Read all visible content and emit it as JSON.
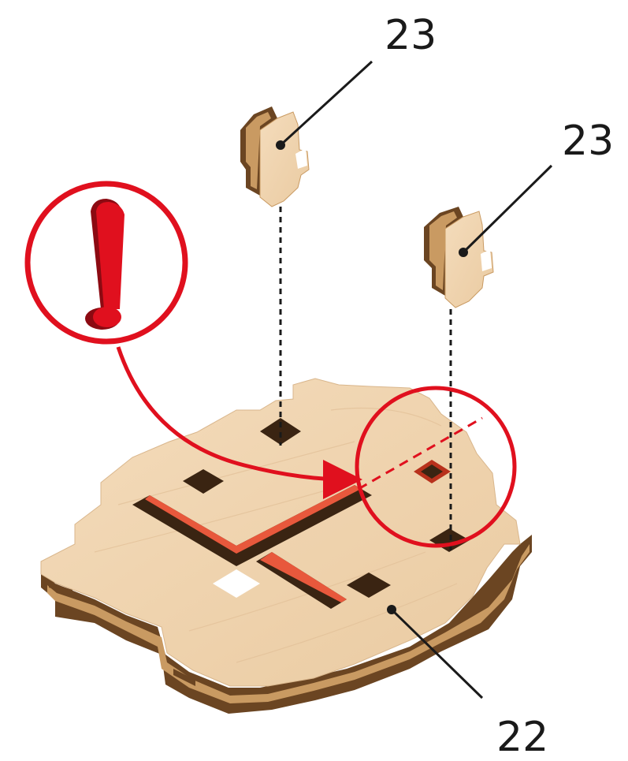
{
  "labels": {
    "part_23_top": "23",
    "part_23_right": "23",
    "part_22": "22"
  },
  "icons": {
    "warning": "exclamation-mark-icon"
  },
  "colors": {
    "wood_face": "#f1d7b6",
    "wood_edge_light": "#c99a62",
    "wood_edge_dark": "#5a3a1c",
    "highlight_red": "#e0101e",
    "highlight_orange": "#e8583c",
    "leader_line": "#1a1a1a"
  }
}
